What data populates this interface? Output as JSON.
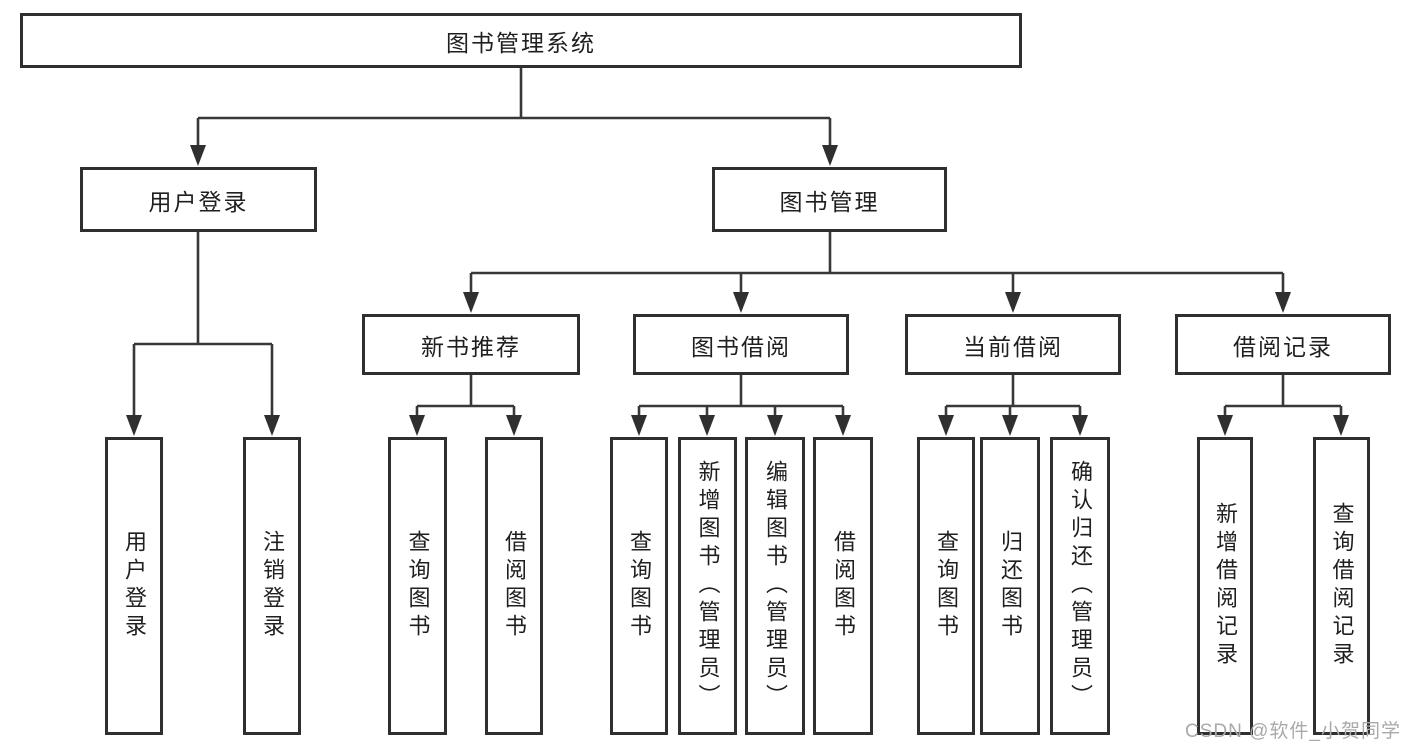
{
  "diagram": {
    "tree": {
      "label": "图书管理系统",
      "children": [
        {
          "label": "用户登录",
          "children": [
            {
              "label": "用户登录"
            },
            {
              "label": "注销登录"
            }
          ]
        },
        {
          "label": "图书管理",
          "children": [
            {
              "label": "新书推荐",
              "children": [
                {
                  "label": "查询图书"
                },
                {
                  "label": "借阅图书"
                }
              ]
            },
            {
              "label": "图书借阅",
              "children": [
                {
                  "label": "查询图书"
                },
                {
                  "label": "新增图书（管理员）"
                },
                {
                  "label": "编辑图书（管理员）"
                },
                {
                  "label": "借阅图书"
                }
              ]
            },
            {
              "label": "当前借阅",
              "children": [
                {
                  "label": "查询图书"
                },
                {
                  "label": "归还图书"
                },
                {
                  "label": "确认归还（管理员）"
                }
              ]
            },
            {
              "label": "借阅记录",
              "children": [
                {
                  "label": "新增借阅记录"
                },
                {
                  "label": "查询借阅记录"
                }
              ]
            }
          ]
        }
      ]
    },
    "colors": {
      "line": "#383838",
      "box_border": "#2f2f2f",
      "text": "#1f1f1f",
      "background": "#ffffff",
      "watermark": "#a9a9a9"
    }
  },
  "watermark": {
    "text": "CSDN @软件_小贺同学"
  }
}
